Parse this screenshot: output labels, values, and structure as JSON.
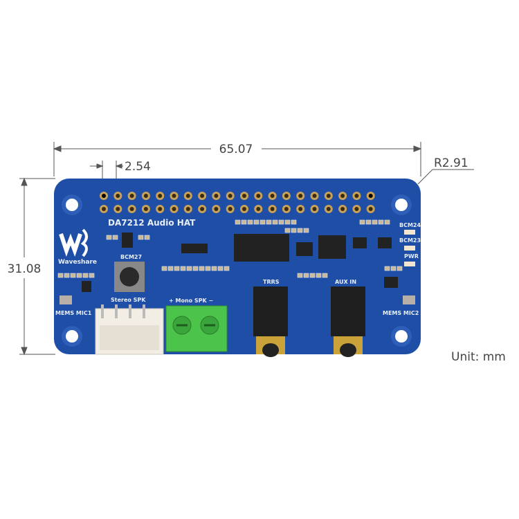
{
  "dimensions": {
    "width": "65.07",
    "height": "31.08",
    "pin_pitch": "2.54",
    "corner_radius": "R2.91",
    "unit": "Unit: mm"
  },
  "board": {
    "title": "DA7212 Audio HAT",
    "brand": "Waveshare",
    "button_label": "BCM27",
    "stereo_label": "Stereo SPK",
    "mono_label": "+ Mono SPK −",
    "trrs_label": "TRRS",
    "aux_label": "AUX IN",
    "mic1_label": "MEMS MIC1",
    "mic2_label": "MEMS MIC2",
    "led1_label": "BCM24",
    "led2_label": "BCM23",
    "led3_label": "PWR",
    "colors": {
      "pcb": "#1f4ea6",
      "terminal": "#4cc34a",
      "connector": "#f2eee6"
    }
  }
}
